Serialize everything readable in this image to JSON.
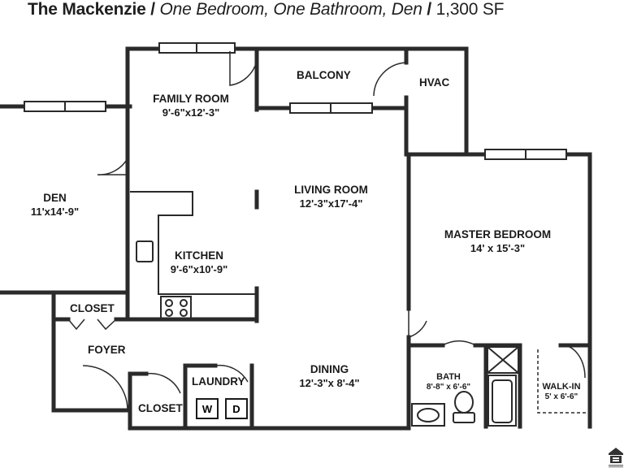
{
  "title": {
    "name": "The Mackenzie",
    "sep1": "/",
    "type": "One Bedroom, One Bathroom, Den",
    "sep2": "/",
    "area": "1,300 SF"
  },
  "rooms": {
    "family": {
      "name": "FAMILY ROOM",
      "dims": "9'-6\"x12'-3\""
    },
    "balcony": {
      "name": "BALCONY"
    },
    "hvac": {
      "name": "HVAC"
    },
    "den": {
      "name": "DEN",
      "dims": "11'x14'-9\""
    },
    "living": {
      "name": "LIVING ROOM",
      "dims": "12'-3\"x17'-4\""
    },
    "master": {
      "name": "MASTER BEDROOM",
      "dims": "14' x 15'-3\""
    },
    "kitchen": {
      "name": "KITCHEN",
      "dims": "9'-6\"x10'-9\""
    },
    "closet1": {
      "name": "CLOSET"
    },
    "foyer": {
      "name": "FOYER"
    },
    "dining": {
      "name": "DINING",
      "dims": "12'-3\"x 8'-4\""
    },
    "laundry": {
      "name": "LAUNDRY",
      "washer": "W",
      "dryer": "D"
    },
    "closet2": {
      "name": "CLOSET"
    },
    "bath": {
      "name": "BATH",
      "dims": "8'-8\" x 6'-6\""
    },
    "walkin": {
      "name": "WALK-IN",
      "dims": "5' x 6'-6\""
    }
  },
  "colors": {
    "wall": "#2a2a2a",
    "text": "#1a1a1a"
  },
  "logo": {
    "name": "equal-housing-opportunity-logo",
    "text": "EQUAL HOUSING OPPORTUNITY"
  }
}
